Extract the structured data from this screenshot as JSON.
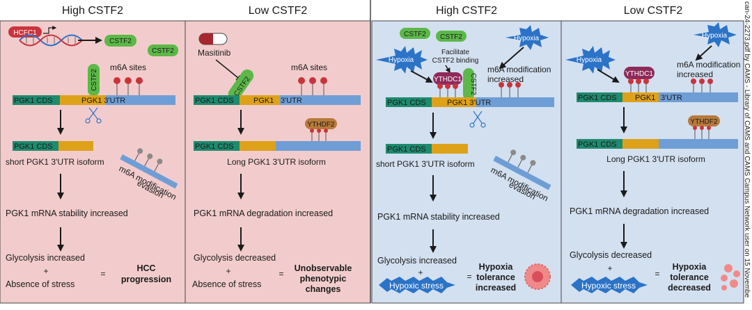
{
  "panels": [
    {
      "title": "High CSTF2"
    },
    {
      "title": "Low CSTF2"
    },
    {
      "title": "High CSTF2"
    },
    {
      "title": "Low CSTF2"
    }
  ],
  "colors": {
    "pink_bg": "#f2cccc",
    "blue_bg": "#d3e0f0",
    "green": "#5cb848",
    "cds": "#1e8a6e",
    "utr": "#dea11a",
    "tail": "#6f9ed6",
    "red": "#c9343c",
    "brown": "#b87a3a",
    "magenta": "#8e2a5a",
    "burst": "#2b73c7"
  },
  "p1": {
    "hcfc1": "HCFC1",
    "cstf2_a": "CSTF2",
    "cstf2_b": "CSTF2",
    "cstf2_v": "CSTF2",
    "m6a": "m6A sites",
    "cds": "PGK1 CDS",
    "utr": "PGK1 3'UTR",
    "cds2": "PGK1 CDS",
    "isoform": "short PGK1 3'UTR isoform",
    "evasion_1": "m6A modification",
    "evasion_2": "evasion",
    "stability": "PGK1 mRNA stability increased",
    "glyco": "Glycolysis increased",
    "plus": "+",
    "stress": "Absence of stress",
    "eq": "=",
    "result_1": "HCC",
    "result_2": "progression"
  },
  "p2": {
    "masitinib": "Masitinib",
    "cstf2_v": "CSTF2",
    "m6a": "m6A sites",
    "cds": "PGK1 CDS",
    "utr": "PGK1",
    "utr_b": "3'UTR",
    "ythdf2": "YTHDF2",
    "cds2": "PGK1 CDS",
    "isoform": "Long PGK1 3'UTR isoform",
    "degradation": "PGK1 mRNA degradation increased",
    "glyco": "Glycolysis decreased",
    "plus": "+",
    "stress": "Absence of stress",
    "eq": "=",
    "result_1": "Unobservable",
    "result_2": "phenotypic",
    "result_3": "changes"
  },
  "p3": {
    "cstf2_a": "CSTF2",
    "cstf2_b": "CSTF2",
    "facilitate_1": "Facilitate",
    "facilitate_2": "CSTF2 binding",
    "hypoxia_a": "Hypoxia",
    "hypoxia_b": "Hypoxia",
    "m6a_1": "m6A modification",
    "m6a_2": "increased",
    "ythdc1": "YTHDC1",
    "cstf2_v": "CSTF2",
    "cds": "PGK1 CDS",
    "utr": "PGK1 3'UTR",
    "cds2": "PGK1 CDS",
    "isoform": "short PGK1 3'UTR isoform",
    "evasion_1": "m6A modification",
    "evasion_2": "evasion",
    "stability": "PGK1 mRNA stability increased",
    "glyco": "Glycolysis increased",
    "plus": "+",
    "stress": "Hypoxic stress",
    "eq": "=",
    "result_1": "Hypoxia",
    "result_2": "tolerance",
    "result_3": "increased"
  },
  "p4": {
    "hypoxia_a": "Hypoxia",
    "hypoxia_b": "Hypoxia",
    "m6a_1": "m6A modification",
    "m6a_2": "increased",
    "ythdc1": "YTHDC1",
    "cds": "PGK1 CDS",
    "utr": "PGK1",
    "utr_b": "3'UTR",
    "ythdf2": "YTHDF2",
    "cds2": "PGK1 CDS",
    "isoform": "Long PGK1 3'UTR isoform",
    "degradation": "PGK1 mRNA  degradation increased",
    "glyco": "Glycolysis decreased",
    "plus": "+",
    "stress": "Hypoxic stress",
    "eq": "=",
    "result_1": "Hypoxia",
    "result_2": "tolerance",
    "result_3": "decreased"
  },
  "watermark": "can-24-2273.pdf by CAMS - Library of CAMS and CAMS Campus Network user on 15 Novembe"
}
